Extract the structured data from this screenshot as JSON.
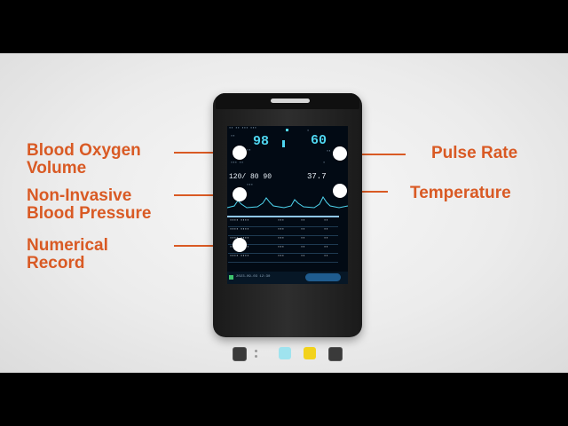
{
  "labels": {
    "blood_oxygen_line1": "Blood Oxygen",
    "blood_oxygen_line2": "Volume",
    "nibp_line1": "Non-Invasive",
    "nibp_line2": "Blood Pressure",
    "record_line1": "Numerical",
    "record_line2": "Record",
    "pulse_rate": "Pulse Rate",
    "temperature": "Temperature"
  },
  "screen": {
    "spo2": "98",
    "pulse": "60",
    "nibp": "120/  80  90",
    "temp": "37.7",
    "bottom_time": "2023-09-03 12:30"
  },
  "colors": {
    "accent": "#d95a24",
    "spo2": "#4fd6f0",
    "pulse": "#4fd6f0",
    "nibp": "#e8f0f7",
    "temp": "#e8f0f7"
  }
}
